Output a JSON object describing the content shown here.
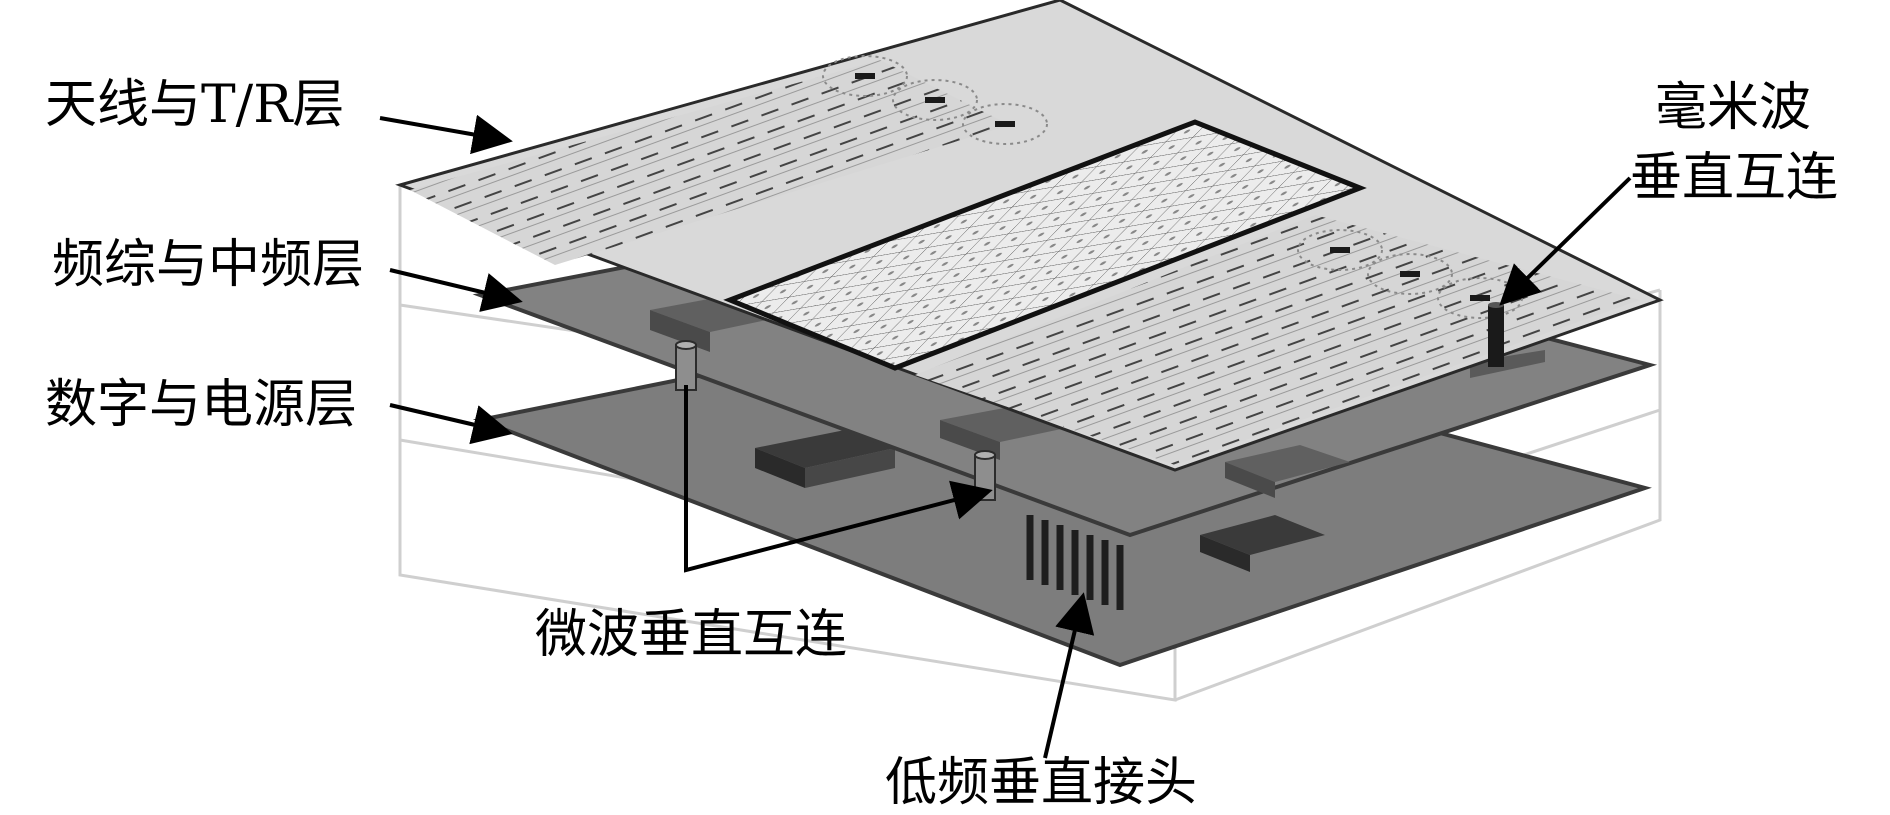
{
  "labels": {
    "antenna_tr_layer": "天线与T/R层",
    "freq_if_layer": "频综与中频层",
    "digital_power_layer": "数字与电源层",
    "mmwave_line1": "毫米波",
    "mmwave_line2": "垂直互连",
    "microwave_interconnect": "微波垂直互连",
    "lowfreq_connector": "低频垂直接头"
  },
  "colors": {
    "top_board": "#d9d9d9",
    "board_dark": "#7d7d7d",
    "board_edge": "#3a3a3a",
    "grid_fill": "#e8e8e8",
    "chip": "#505050",
    "frame": "#cfcfcf",
    "arrow": "#000000"
  }
}
